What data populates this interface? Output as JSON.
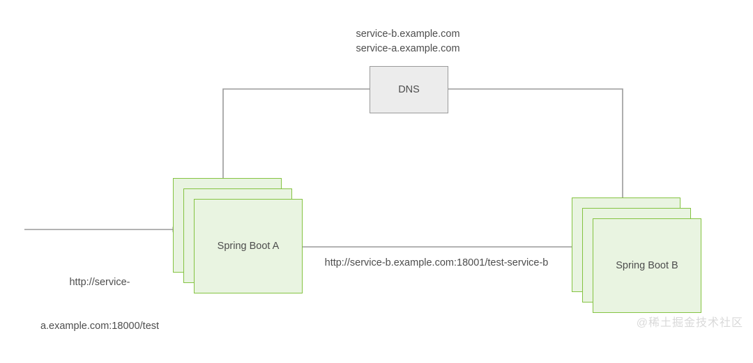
{
  "diagram": {
    "domains": {
      "line1": "service-b.example.com",
      "line2": "service-a.example.com"
    },
    "dns": {
      "label": "DNS"
    },
    "service_a": {
      "label": "Spring Boot A",
      "instances": 3
    },
    "service_b": {
      "label": "Spring Boot B",
      "instances": 3
    },
    "edges": {
      "inbound_request_line1": "http://service-",
      "inbound_request_line2": "a.example.com:18000/test",
      "a_to_b_request": "http://service-b.example.com:18001/test-service-b"
    }
  },
  "watermark": {
    "text": "@稀土掘金技术社区"
  },
  "colors": {
    "node_fill": "#e9f4e1",
    "node_border": "#84c341",
    "dns_fill": "#ececec",
    "dns_border": "#9a9a9a",
    "edge": "#9a9a9a",
    "text": "#4d4d4d",
    "watermark": "#d9d9d9"
  }
}
